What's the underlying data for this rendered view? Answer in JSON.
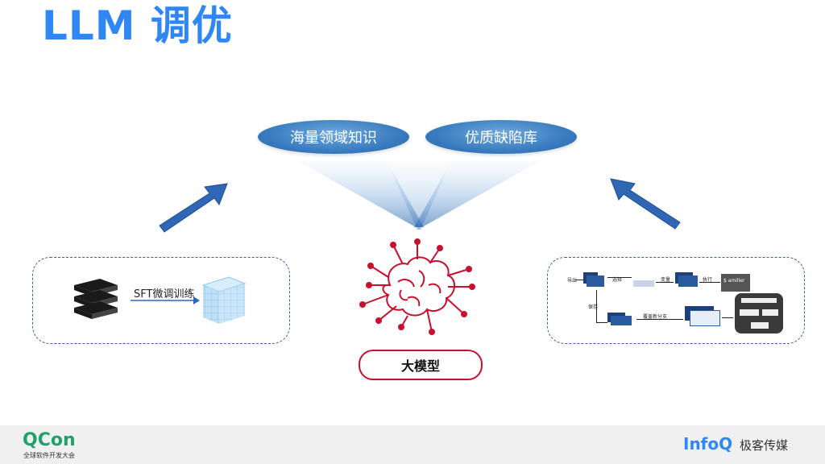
{
  "slide": {
    "title": "LLM 调优",
    "pills": [
      "海量领域知识",
      "优质缺陷库"
    ],
    "center_label": "大模型",
    "left_box": {
      "arrow_label": "SFT微调训练"
    },
    "right_box": {
      "flow_labels": [
        "导出",
        "选择",
        "变量",
        "执行",
        "保存",
        "覆盖新分支"
      ],
      "code_text": "$ amiller"
    }
  },
  "footer": {
    "left_logo": "QCon",
    "left_sub": "全球软件开发大会",
    "right_logo": "InfoQ",
    "right_text": "极客传媒"
  },
  "colors": {
    "title": "#2f86f5",
    "accent_red": "#c8102e",
    "pill_blue": "#3a7cc0",
    "arrow_blue": "#2f67b4"
  }
}
